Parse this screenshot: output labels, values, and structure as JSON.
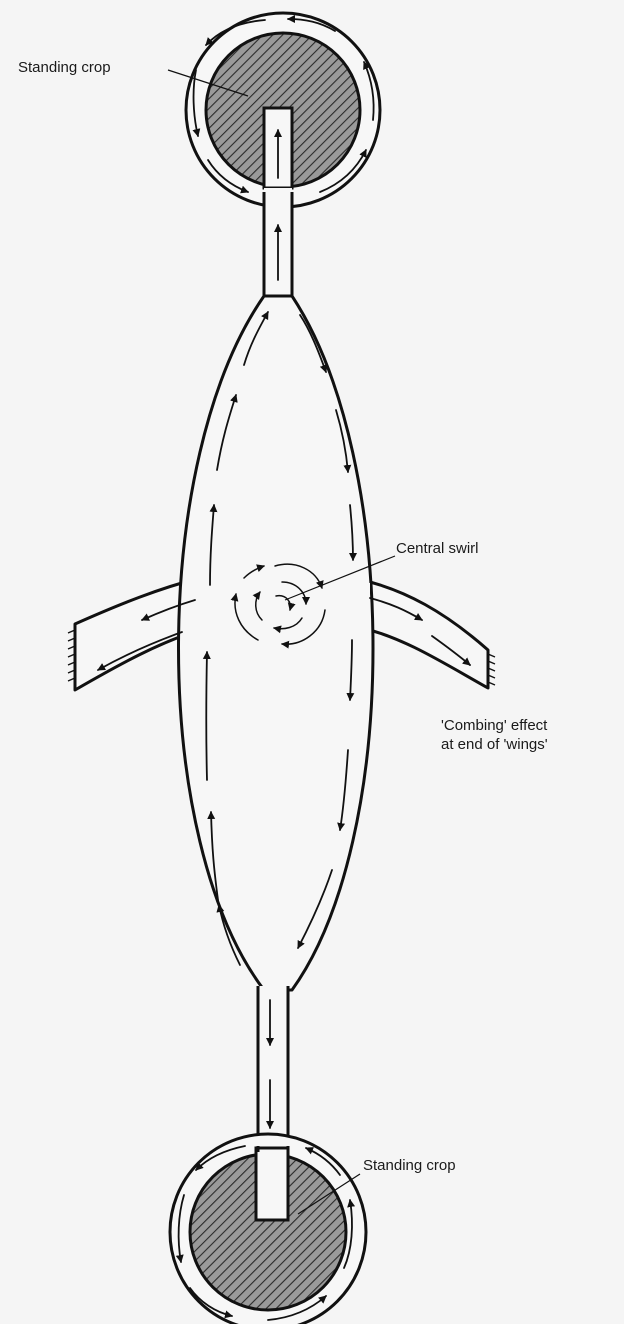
{
  "labels": {
    "standing_crop_top": "Standing crop",
    "central_swirl": "Central swirl",
    "combing_line1": "'Combing' effect",
    "combing_line2": "at end of 'wings'",
    "standing_crop_bottom": "Standing crop"
  },
  "colors": {
    "background": "#f5f5f5",
    "ink": "#111111",
    "crop_fill": "#8f8f8f"
  }
}
